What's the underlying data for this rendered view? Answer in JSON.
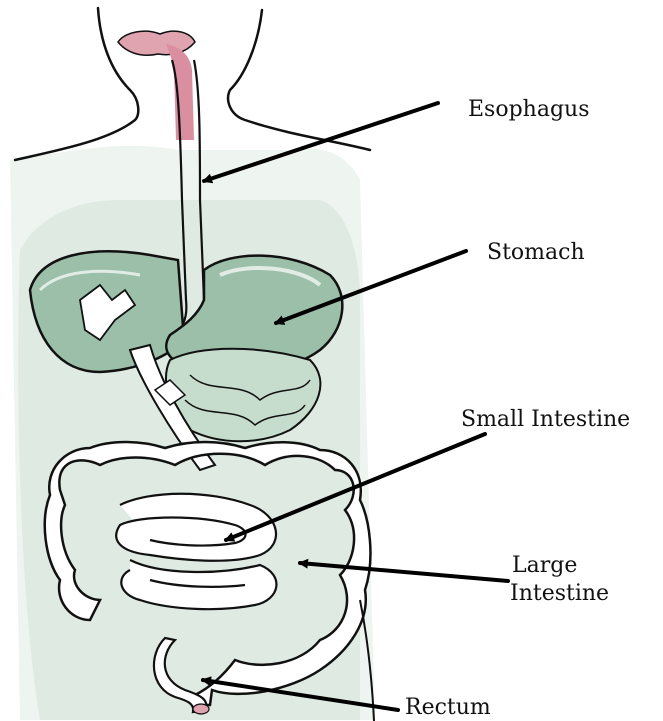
{
  "labels": {
    "esophagus": "Esophagus",
    "stomach": "Stomach",
    "small_intestine": "Small Intestine",
    "large_intestine_line1": "Large",
    "large_intestine_line2": "Intestine",
    "rectum": "Rectum"
  },
  "colors": {
    "tissue": "#9bbfa8",
    "tissue_light": "#c6dccd",
    "background_glow": "#e3eee6",
    "outline": "#111111",
    "lips": "#e0a3b0",
    "pharynx": "#d98fa0",
    "arrow": "#000000"
  }
}
